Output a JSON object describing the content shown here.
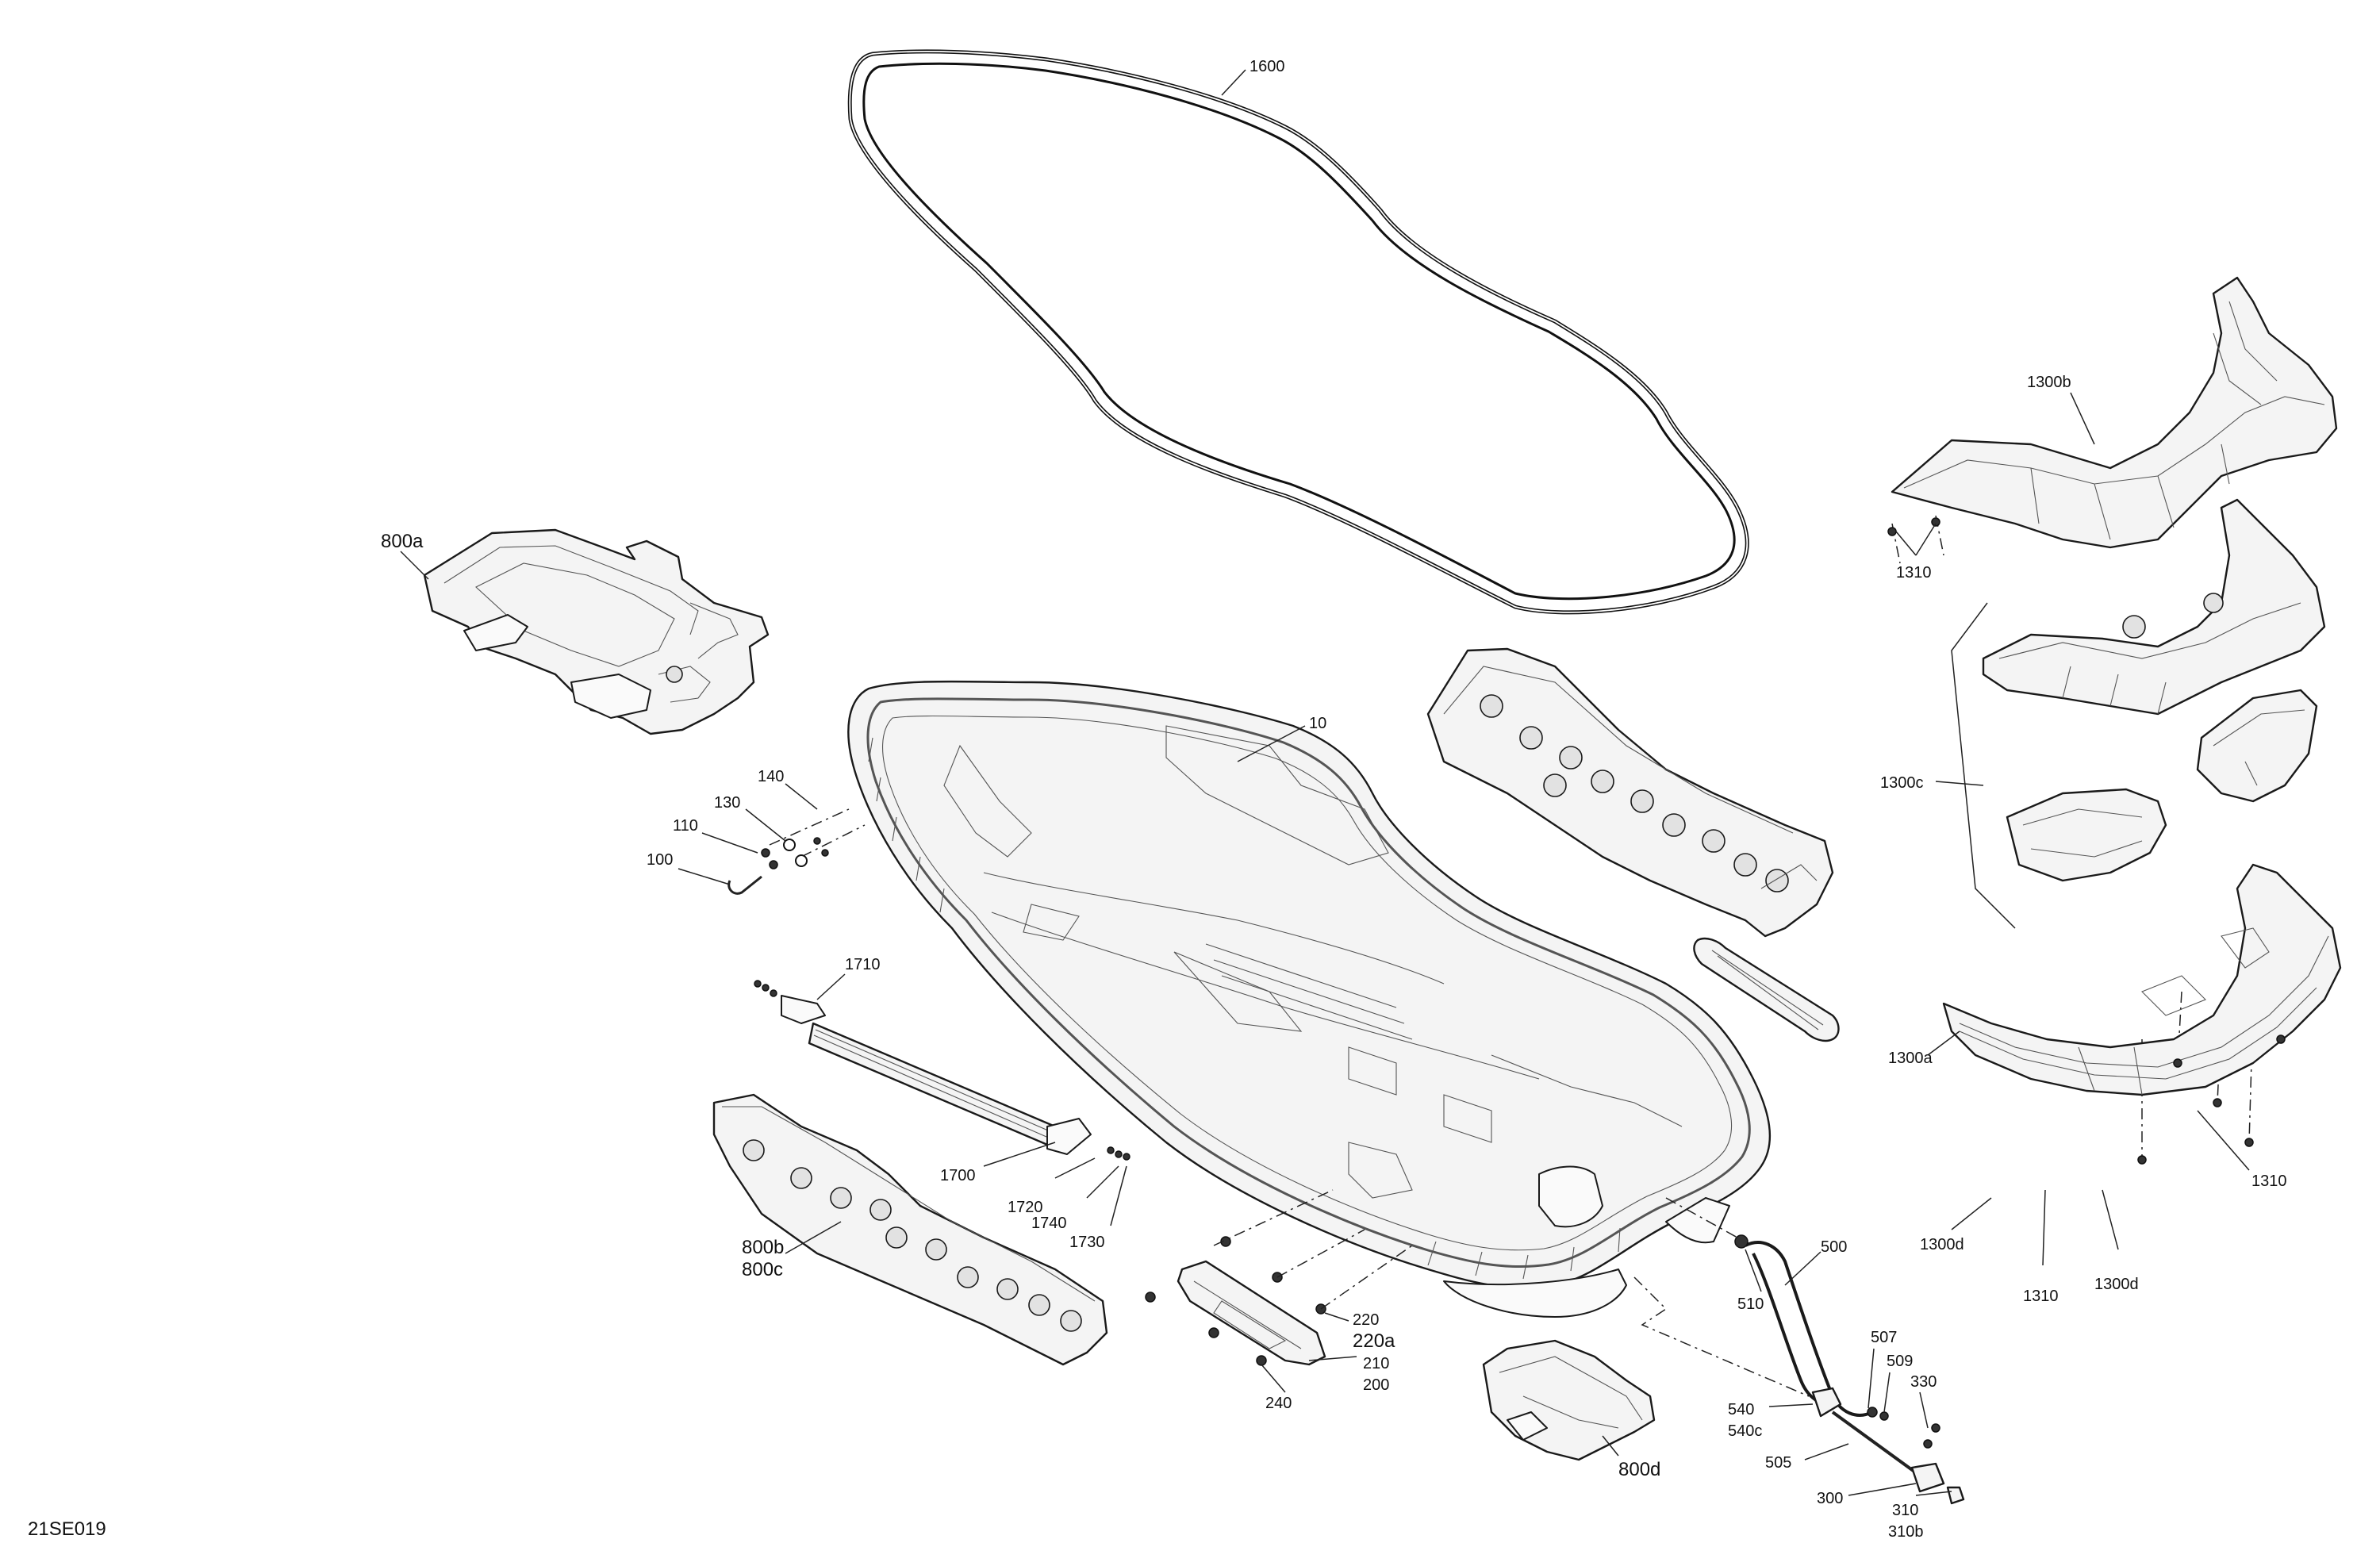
{
  "diagram_id": "21SE019",
  "callouts": {
    "c1600": "1600",
    "c800a": "800a",
    "c10": "10",
    "c140": "140",
    "c130": "130",
    "c110": "110",
    "c100": "100",
    "c1710": "1710",
    "c1700": "1700",
    "c1720": "1720",
    "c1740": "1740",
    "c1730": "1730",
    "c800b": "800b",
    "c800c": "800c",
    "c220": "220",
    "c220a": "220a",
    "c210": "210",
    "c200": "200",
    "c240": "240",
    "c800d": "800d",
    "c500": "500",
    "c510": "510",
    "c507": "507",
    "c509": "509",
    "c330": "330",
    "c540": "540",
    "c540c": "540c",
    "c505": "505",
    "c300": "300",
    "c310": "310",
    "c310b": "310b",
    "c1300b": "1300b",
    "c1310_top": "1310",
    "c1300c": "1300c",
    "c1300a": "1300a",
    "c1310_right": "1310",
    "c1300d_left": "1300d",
    "c1310_bottom": "1310",
    "c1300d_right": "1300d"
  }
}
